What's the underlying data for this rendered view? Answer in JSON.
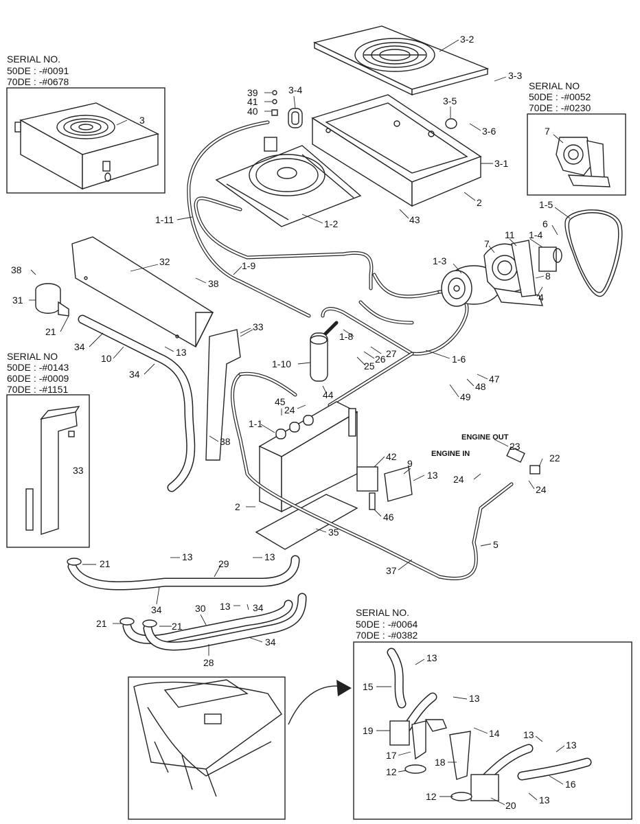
{
  "insets": {
    "top_left": {
      "serial_title": "SERIAL NO.",
      "line1": "50DE : -#0091",
      "line2": "70DE : -#0678"
    },
    "top_right": {
      "serial_title": "SERIAL NO",
      "line1": "50DE : -#0052",
      "line2": "70DE : -#0230"
    },
    "left_mid": {
      "serial_title": "SERIAL NO",
      "line1": "50DE : -#0143",
      "line2": "60DE : -#0009",
      "line3": "70DE : -#1151"
    },
    "bottom_right": {
      "serial_title": "SERIAL NO.",
      "line1": "50DE : -#0064",
      "line2": "70DE : -#0382"
    }
  },
  "annotations": {
    "engine_out": "ENGINE OUT",
    "engine_in": "ENGINE IN"
  },
  "callouts": {
    "c3_2": "3-2",
    "c3_3": "3-3",
    "c3_4": "3-4",
    "c3_5": "3-5",
    "c3_6": "3-6",
    "c3_1": "3-1",
    "c3": "3",
    "c39": "39",
    "c41": "41",
    "c40": "40",
    "c7a": "7",
    "c2a": "2",
    "c43": "43",
    "c1_11": "1-11",
    "c1_2": "1-2",
    "c1_5": "1-5",
    "c6": "6",
    "c11": "11",
    "c1_4": "1-4",
    "c7b": "7",
    "c1_3": "1-3",
    "c8": "8",
    "c4": "4",
    "c32": "32",
    "c38a": "38",
    "c38b": "38",
    "c31": "31",
    "c1_9": "1-9",
    "c21a": "21",
    "c34a": "34",
    "c13a": "13",
    "c10": "10",
    "c34b": "34",
    "c33a": "33",
    "c1_8": "1-8",
    "c27": "27",
    "c26": "26",
    "c25": "25",
    "c1_6": "1-6",
    "c47": "47",
    "c1_10": "1-10",
    "c48": "48",
    "c49": "49",
    "c44": "44",
    "c24a": "24",
    "c45": "45",
    "c1_1": "1-1",
    "c38c": "38",
    "c33b": "33",
    "c23": "23",
    "c22": "22",
    "c24b": "24",
    "c24c": "24",
    "c42": "42",
    "c9": "9",
    "c13b": "13",
    "c46": "46",
    "c2b": "2",
    "c35": "35",
    "c5": "5",
    "c37": "37",
    "c21b": "21",
    "c13c": "13",
    "c13d": "13",
    "c29": "29",
    "c34c": "34",
    "c13e": "13",
    "c34d": "34",
    "c30": "30",
    "c21c": "21",
    "c21d": "21",
    "c34e": "34",
    "c28": "28",
    "c13f": "13",
    "c15": "15",
    "c13g": "13",
    "c19": "19",
    "c14": "14",
    "c13h": "13",
    "c13i": "13",
    "c17": "17",
    "c18": "18",
    "c12a": "12",
    "c16": "16",
    "c12b": "12",
    "c20": "20",
    "c13j": "13"
  }
}
